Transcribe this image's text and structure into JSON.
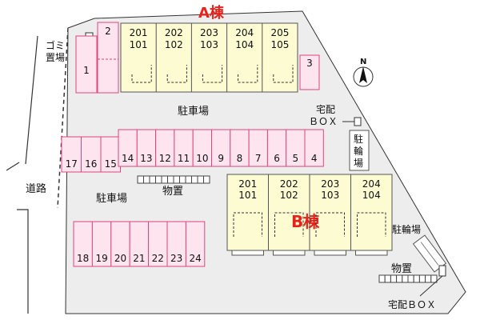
{
  "title_a": "A棟",
  "title_b": "B棟",
  "colors": {
    "lot": "#ededed",
    "parking": "#fde4ee",
    "parking_border": "#e0457a",
    "building": "#fdfbd2",
    "title": "#e8221b"
  },
  "garbage_label_1": "ゴミ",
  "garbage_label_2": "置場",
  "road_label": "道路",
  "parking_lot_label": "駐車場",
  "storage_label": "物置",
  "delivery_box_label": "宅配ＢＯＸ",
  "delivery_box_a_1": "宅配",
  "delivery_box_a_2": "ＢＯＸ",
  "bicycle_parking_a": [
    "駐",
    "輪",
    "場"
  ],
  "bicycle_parking_b": "駐輪場",
  "north_label": "N",
  "building_a_units": [
    {
      "upper": "201",
      "lower": "101"
    },
    {
      "upper": "202",
      "lower": "102"
    },
    {
      "upper": "203",
      "lower": "103"
    },
    {
      "upper": "204",
      "lower": "104"
    },
    {
      "upper": "205",
      "lower": "105"
    }
  ],
  "building_b_units": [
    {
      "upper": "201",
      "lower": "101"
    },
    {
      "upper": "202",
      "lower": "102"
    },
    {
      "upper": "203",
      "lower": "103"
    },
    {
      "upper": "204",
      "lower": "104"
    }
  ],
  "parking_spaces_top": [
    "1",
    "2",
    "3"
  ],
  "parking_spaces_row_a": [
    "17",
    "16",
    "15"
  ],
  "parking_spaces_row_b": [
    "14",
    "13",
    "12",
    "11",
    "10",
    "9",
    "8",
    "7",
    "6",
    "5",
    "4"
  ],
  "parking_spaces_row_c": [
    "18",
    "19",
    "20",
    "21",
    "22",
    "23",
    "24"
  ]
}
